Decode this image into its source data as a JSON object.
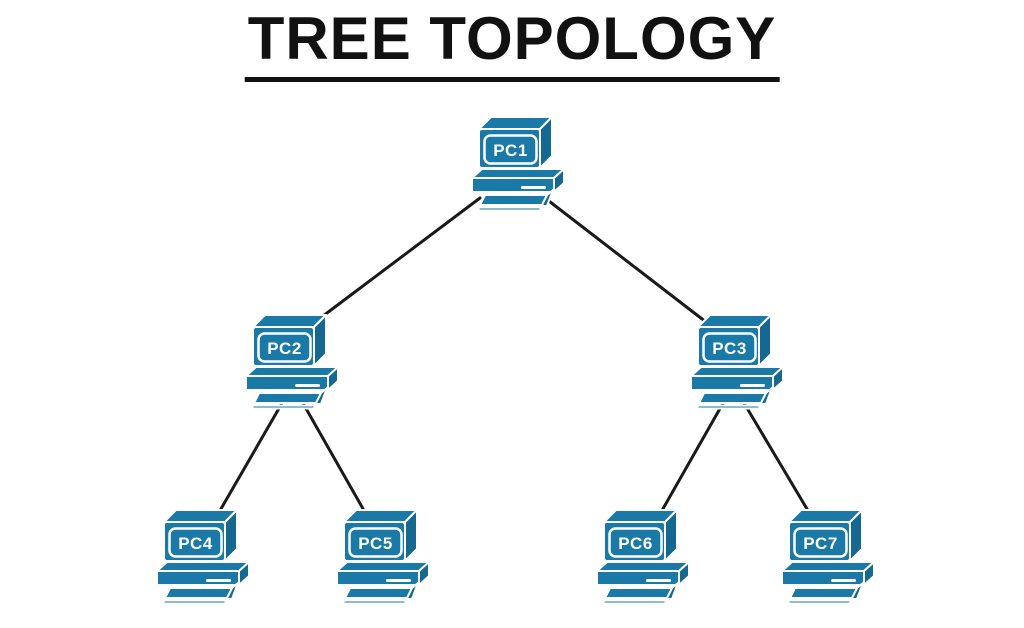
{
  "title": "TREE TOPOLOGY",
  "colors": {
    "background": "#ffffff",
    "title": "#111111",
    "line": "#1a1a1a",
    "device": "#1a79a6",
    "device-dark": "#15688f",
    "device-stroke": "#ffffff",
    "label": "#ffffff"
  },
  "diagram": {
    "type": "tree-topology-network",
    "nodes": [
      {
        "id": "PC1",
        "label": "PC1",
        "level": 1,
        "parent": null
      },
      {
        "id": "PC2",
        "label": "PC2",
        "level": 2,
        "parent": "PC1"
      },
      {
        "id": "PC3",
        "label": "PC3",
        "level": 2,
        "parent": "PC1"
      },
      {
        "id": "PC4",
        "label": "PC4",
        "level": 3,
        "parent": "PC2"
      },
      {
        "id": "PC5",
        "label": "PC5",
        "level": 3,
        "parent": "PC2"
      },
      {
        "id": "PC6",
        "label": "PC6",
        "level": 3,
        "parent": "PC3"
      },
      {
        "id": "PC7",
        "label": "PC7",
        "level": 3,
        "parent": "PC3"
      }
    ],
    "edges": [
      {
        "from": "PC1",
        "to": "PC2"
      },
      {
        "from": "PC1",
        "to": "PC3"
      },
      {
        "from": "PC2",
        "to": "PC4"
      },
      {
        "from": "PC2",
        "to": "PC5"
      },
      {
        "from": "PC3",
        "to": "PC6"
      },
      {
        "from": "PC3",
        "to": "PC7"
      }
    ]
  }
}
